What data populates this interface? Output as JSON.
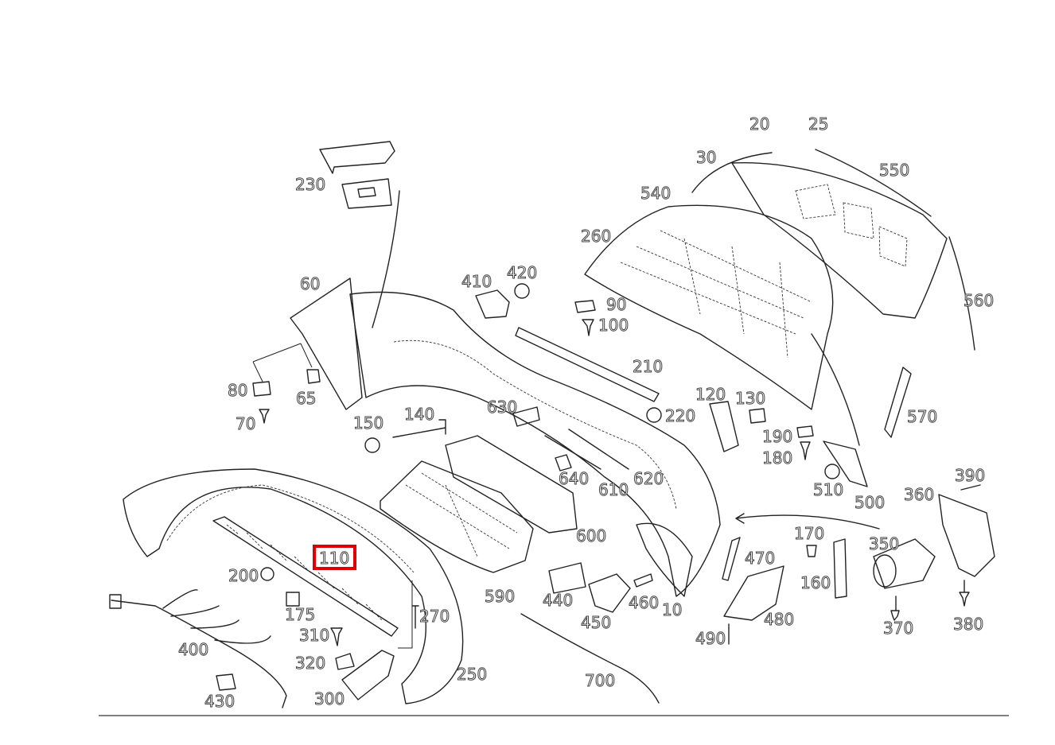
{
  "highlight": {
    "label": "110",
    "color": "#e00000"
  },
  "callouts": [
    "20",
    "25",
    "30",
    "550",
    "540",
    "230",
    "260",
    "560",
    "60",
    "410",
    "420",
    "90",
    "100",
    "210",
    "80",
    "65",
    "70",
    "120",
    "130",
    "570",
    "190",
    "180",
    "150",
    "140",
    "630",
    "220",
    "640",
    "610",
    "620",
    "510",
    "500",
    "390",
    "360",
    "170",
    "350",
    "160",
    "200",
    "110",
    "600",
    "470",
    "175",
    "310",
    "400",
    "320",
    "300",
    "430",
    "270",
    "250",
    "590",
    "440",
    "450",
    "460",
    "10",
    "490",
    "480",
    "370",
    "380",
    "700"
  ]
}
